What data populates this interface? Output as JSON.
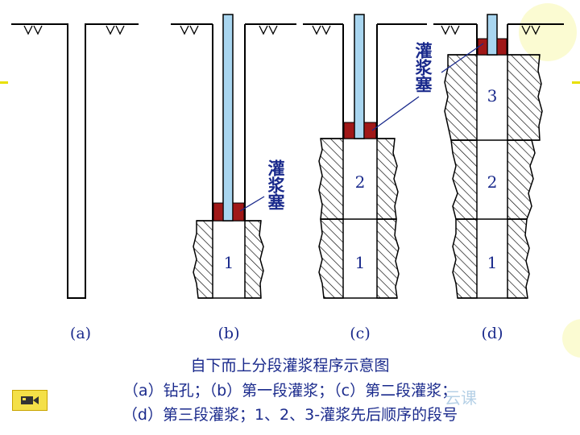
{
  "labels": {
    "plug": "灌浆塞",
    "sub_a": "(a)",
    "sub_b": "(b)",
    "sub_c": "(c)",
    "sub_d": "(d)",
    "seg1": "1",
    "seg2": "2",
    "seg3": "3"
  },
  "caption": {
    "line1": "自下而上分段灌浆程序示意图",
    "line2": "（a）钻孔；（b）第一段灌浆；（c）第二段灌浆；",
    "line3": "（d）第三段灌浆；1、2、3-灌浆先后顺序的段号"
  },
  "watermark": "云课",
  "colors": {
    "pipe_fill": "#a9d6f0",
    "plug_fill": "#a01818",
    "caption_text": "#1a2a8c",
    "label_text": "#1a2a8c",
    "media_button": "#f4e048",
    "accent_marker": "#e8e000"
  },
  "icons": [
    "video-camera-icon"
  ]
}
